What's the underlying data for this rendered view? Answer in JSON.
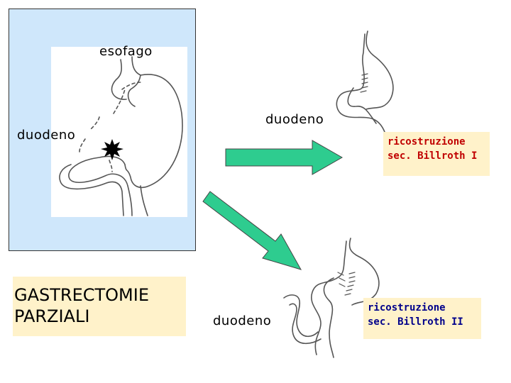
{
  "title": {
    "line1": "GASTRECTOMIE",
    "line2": "PARZIALI"
  },
  "labels": {
    "esofago": "esofago",
    "duodeno_left": "duodeno",
    "duodeno_top": "duodeno",
    "duodeno_bottom": "duodeno"
  },
  "reconstructions": [
    {
      "line1": "ricostruzione",
      "line2": "sec. Billroth I",
      "color": "#c00000"
    },
    {
      "line1": "ricostruzione",
      "line2": "sec. Billroth II",
      "color": "#00008b"
    }
  ],
  "colors": {
    "arrow_fill": "#2ecc8f",
    "panel_bg": "#cfe7fb",
    "label_bg": "#fff2ca"
  }
}
